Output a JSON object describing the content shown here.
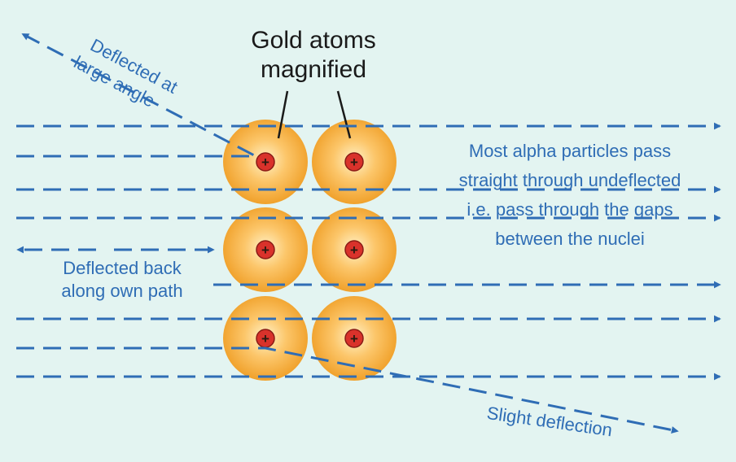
{
  "title": {
    "line1": "Gold atoms",
    "line2": "magnified"
  },
  "labels": {
    "deflected_large": [
      "Deflected at",
      "large angle"
    ],
    "most_pass": [
      "Most alpha particles pass",
      "straight through undeflected",
      "i.e. pass through the gaps",
      "between the nuclei"
    ],
    "deflected_back": [
      "Deflected back",
      "along own path"
    ],
    "slight": "Slight deflection"
  },
  "nucleus_symbol": "+",
  "colors": {
    "background": "#e3f4f1",
    "path": "#2f6db5",
    "atom_center": "#fde3a0",
    "atom_edge": "#f0a020",
    "nucleus": "#d9322b",
    "title_text": "#1a1a1a"
  }
}
